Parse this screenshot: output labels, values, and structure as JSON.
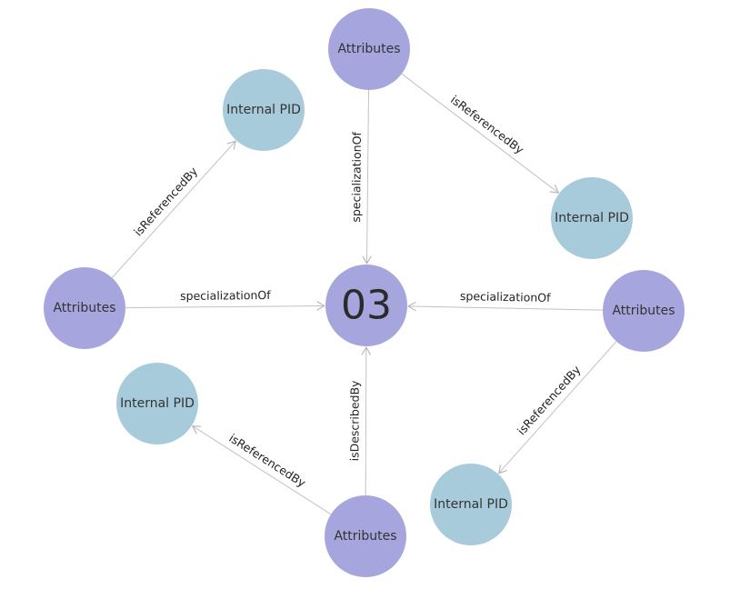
{
  "diagram": {
    "nodes": [
      {
        "id": "center",
        "label": "03",
        "kind": "center"
      },
      {
        "id": "attr_top",
        "label": "Attributes",
        "kind": "attribute"
      },
      {
        "id": "attr_left",
        "label": "Attributes",
        "kind": "attribute"
      },
      {
        "id": "attr_right",
        "label": "Attributes",
        "kind": "attribute"
      },
      {
        "id": "attr_bottom",
        "label": "Attributes",
        "kind": "attribute"
      },
      {
        "id": "pid_top_left",
        "label": "Internal PID",
        "kind": "pid"
      },
      {
        "id": "pid_top_right",
        "label": "Internal PID",
        "kind": "pid"
      },
      {
        "id": "pid_bottom_left",
        "label": "Internal PID",
        "kind": "pid"
      },
      {
        "id": "pid_bottom_right",
        "label": "Internal PID",
        "kind": "pid"
      }
    ],
    "edges": [
      {
        "from": "attr_top",
        "to": "center",
        "label": "specializationOf"
      },
      {
        "from": "attr_left",
        "to": "center",
        "label": "specializationOf"
      },
      {
        "from": "attr_right",
        "to": "center",
        "label": "specializationOf"
      },
      {
        "from": "attr_bottom",
        "to": "center",
        "label": "isDescribedBy"
      },
      {
        "from": "attr_left",
        "to": "pid_top_left",
        "label": "isReferencedBy"
      },
      {
        "from": "attr_top",
        "to": "pid_top_right",
        "label": "isReferencedBy"
      },
      {
        "from": "attr_right",
        "to": "pid_bottom_right",
        "label": "isReferencedBy"
      },
      {
        "from": "attr_bottom",
        "to": "pid_bottom_left",
        "label": "isReferencedBy"
      }
    ],
    "colors": {
      "attribute": "#a7a5de",
      "pid": "#a8cbdc",
      "center": "#a7a5de",
      "edge": "#c2c2c2",
      "arrow": "#b4b4b4"
    }
  }
}
